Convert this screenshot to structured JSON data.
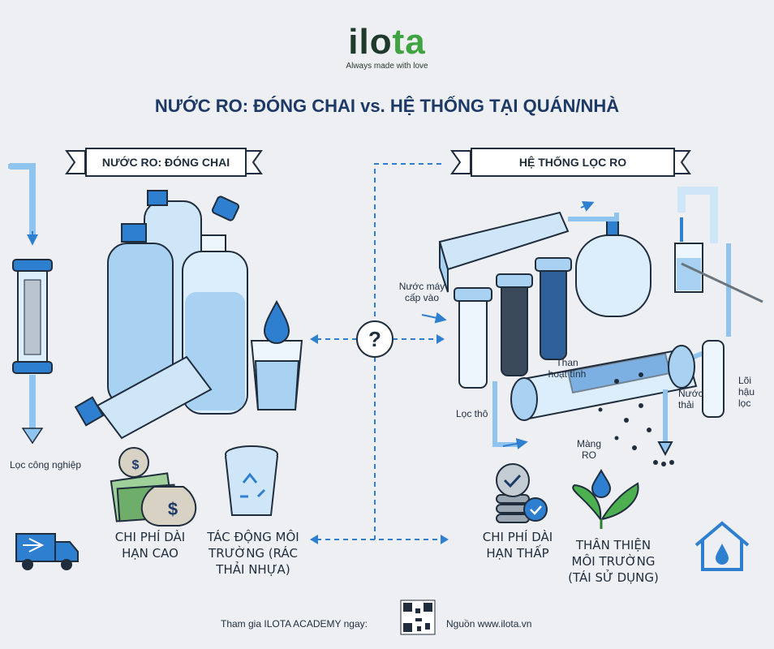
{
  "brand": {
    "name_part1": "ilo",
    "name_part2": "ta",
    "tagline": "Always made with love"
  },
  "title": "NƯỚC RO: ĐÓNG CHAI vs. HỆ THỐNG TẠI QUÁN/NHÀ",
  "left": {
    "ribbon": "NƯỚC RO: ĐÓNG CHAI",
    "industrial_label": "Lọc công nghiệp",
    "cost": {
      "line1": "CHI PHÍ DÀI",
      "line2": "HẠN CAO"
    },
    "impact": {
      "line1": "TÁC ĐỘNG MÔI",
      "line2": "TRƯỜNG (RÁC",
      "line3": "THẢI NHỰA)"
    }
  },
  "center": {
    "question": "?"
  },
  "right": {
    "ribbon": "HỆ THỐNG LỌC RO",
    "tap_water": {
      "line1": "Nước máy",
      "line2": "cấp vào"
    },
    "coarse_filter": "Lọc thô",
    "carbon": {
      "line1": "Than",
      "line2": "hoạt tính"
    },
    "membrane": {
      "line1": "Màng",
      "line2": "RO"
    },
    "waste": {
      "line1": "Nước",
      "line2": "thải"
    },
    "post_filter": {
      "line1": "Lõi",
      "line2": "hậu",
      "line3": "lọc"
    },
    "cost": {
      "line1": "CHI PHÍ DÀI",
      "line2": "HẠN THẤP"
    },
    "eco": {
      "line1": "THÂN THIỆN",
      "line2": "MÔI TRƯỜNG",
      "line3": "(TÁI SỬ DỤNG)"
    }
  },
  "footer": {
    "join": "Tham gia ILOTA ACADEMY ngay:",
    "source": "Nguồn www.ilota.vn"
  },
  "colors": {
    "navy": "#1d3a66",
    "blue": "#2f7fd1",
    "light_blue": "#a9d2f2",
    "green": "#3fa342",
    "money": "#6fae6a"
  }
}
